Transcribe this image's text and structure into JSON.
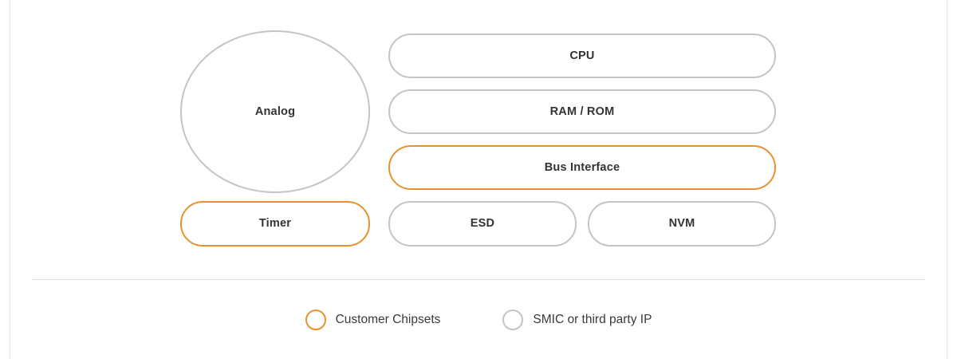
{
  "colors": {
    "accent": "#e8912e",
    "neutral_border": "#c4c4c4",
    "text": "#333333",
    "divider": "#dcdcdc",
    "background": "#ffffff"
  },
  "diagram": {
    "title": "",
    "nodes": [
      {
        "id": "analog",
        "label": "Analog",
        "category": "smic",
        "shape": "circle"
      },
      {
        "id": "cpu",
        "label": "CPU",
        "category": "smic",
        "shape": "pill"
      },
      {
        "id": "ramrom",
        "label": "RAM / ROM",
        "category": "smic",
        "shape": "pill"
      },
      {
        "id": "bus",
        "label": "Bus Interface",
        "category": "customer",
        "shape": "pill"
      },
      {
        "id": "timer",
        "label": "Timer",
        "category": "customer",
        "shape": "pill"
      },
      {
        "id": "esd",
        "label": "ESD",
        "category": "smic",
        "shape": "pill"
      },
      {
        "id": "nvm",
        "label": "NVM",
        "category": "smic",
        "shape": "pill"
      }
    ]
  },
  "legend": {
    "items": [
      {
        "id": "customer",
        "label": "Customer Chipsets",
        "swatch": "circle-outline-orange",
        "color": "#e8912e"
      },
      {
        "id": "smic",
        "label": "SMIC or third party IP",
        "swatch": "circle-outline-gray",
        "color": "#c4c4c4"
      }
    ]
  }
}
